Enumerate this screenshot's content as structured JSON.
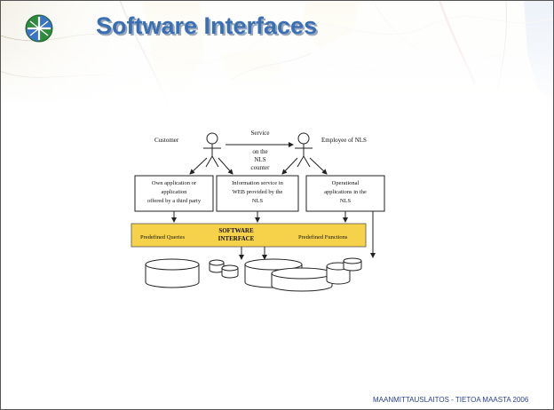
{
  "slide": {
    "title": "Software Interfaces",
    "footer": "MAANMITTAUSLAITOS - TIETOA MAASTA 2006"
  },
  "diagram": {
    "actors": {
      "customer": "Customer",
      "employee": "Employee of NLS"
    },
    "service_label": [
      "Service",
      "on the",
      "NLS",
      "counter"
    ],
    "boxes": {
      "own_app": [
        "Own application or",
        "application",
        "offered by a third party"
      ],
      "info_service": [
        "Information service in",
        "WEB provided by the",
        "NLS"
      ],
      "operational": [
        "Operational",
        "applications in the",
        "NLS"
      ]
    },
    "interface_bar": {
      "left": "Predefined Queries",
      "center": [
        "SOFTWARE",
        "INTERFACE"
      ],
      "right": "Predefined Functions"
    },
    "colors": {
      "title": "#3a6fb4",
      "interface_bar": "#f6d24a",
      "footer": "#2b3f8a"
    }
  }
}
